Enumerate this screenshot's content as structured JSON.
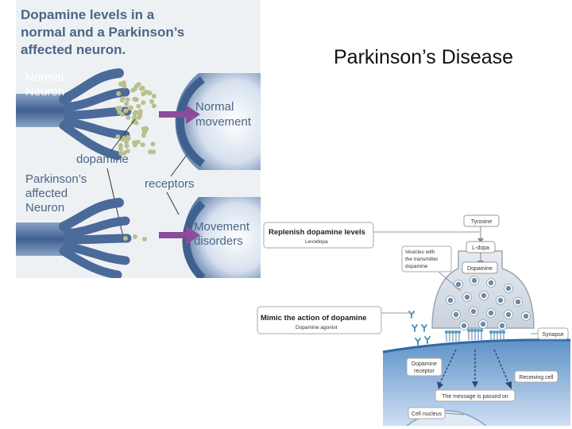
{
  "slide": {
    "title": "Parkinson’s Disease"
  },
  "left_figure": {
    "heading": [
      "Dopamine levels in a",
      "normal and a Parkinson’s",
      "affected neuron."
    ],
    "normal_neuron": [
      "Normal",
      "Neuron"
    ],
    "normal_movement": [
      "Normal",
      "movement"
    ],
    "dopamine": "dopamine",
    "receptors": "receptors",
    "pd_neuron": [
      "Parkinson’s",
      "affected",
      "Neuron"
    ],
    "movement_disorders": [
      "Movement",
      "disorders"
    ]
  },
  "right_figure": {
    "replenish_title": "Replenish dopamine levels",
    "replenish_sub": "Levodopa",
    "mimic_title": "Mimic the action of dopamine",
    "mimic_sub": "Dopamine agonist",
    "tyrosine": "Tyrosine",
    "ldopa": "L-dopa",
    "dopamine": "Dopamine",
    "vesicles": [
      "Vesicles with",
      "the transmitter",
      "dopamine"
    ],
    "synapse": "Synapse",
    "receptor": [
      "Dopamine",
      "receptor"
    ],
    "receiving": "Receiving cell",
    "message": "The message is passed on",
    "nucleus": "Cell nucleus"
  },
  "colors": {
    "neuron": "#4a6a9a",
    "neuron_light": "#c4d4e8",
    "arrow_purple": "#8b4c9c",
    "label_blue": "#4b6587",
    "dopamine_dot": "#b9c08c",
    "cell_blue": "#2f6aa8"
  }
}
